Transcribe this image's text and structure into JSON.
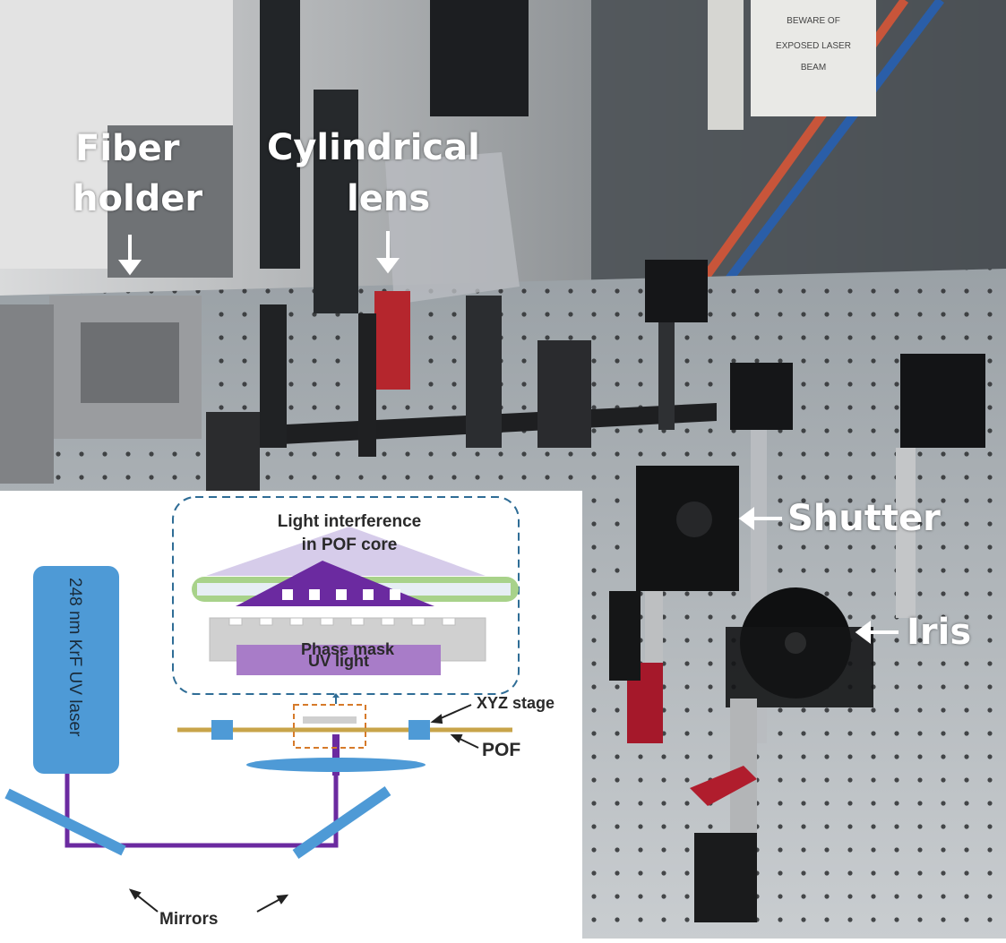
{
  "photo": {
    "labels": {
      "fiber_holder_line1": "Fiber",
      "fiber_holder_line2": "holder",
      "cylindrical_lens_line1": "Cylindrical",
      "cylindrical_lens_line2": "lens",
      "shutter": "Shutter",
      "iris": "Iris"
    },
    "sign_text": [
      "BEWARE OF",
      "EXPOSED LASER",
      "BEAM"
    ]
  },
  "schematic": {
    "laser_label": "248 nm KrF UV laser",
    "inset_title_line1": "Light interference",
    "inset_title_line2": "in POF core",
    "phase_mask_label": "Phase mask",
    "uv_light_label": "UV light",
    "xyz_stage_label": "XYZ stage",
    "pof_label": "POF",
    "mirrors_label": "Mirrors"
  },
  "colors": {
    "laser_box": "#4e9ad6",
    "beam": "#6b2aa0",
    "fiber": "#c8a44a",
    "dashed_box": "#2f6d96",
    "uv_light": "#a87cc8",
    "phase_mask": "#d0d0d0",
    "fiber_core": "#a8d28a"
  }
}
